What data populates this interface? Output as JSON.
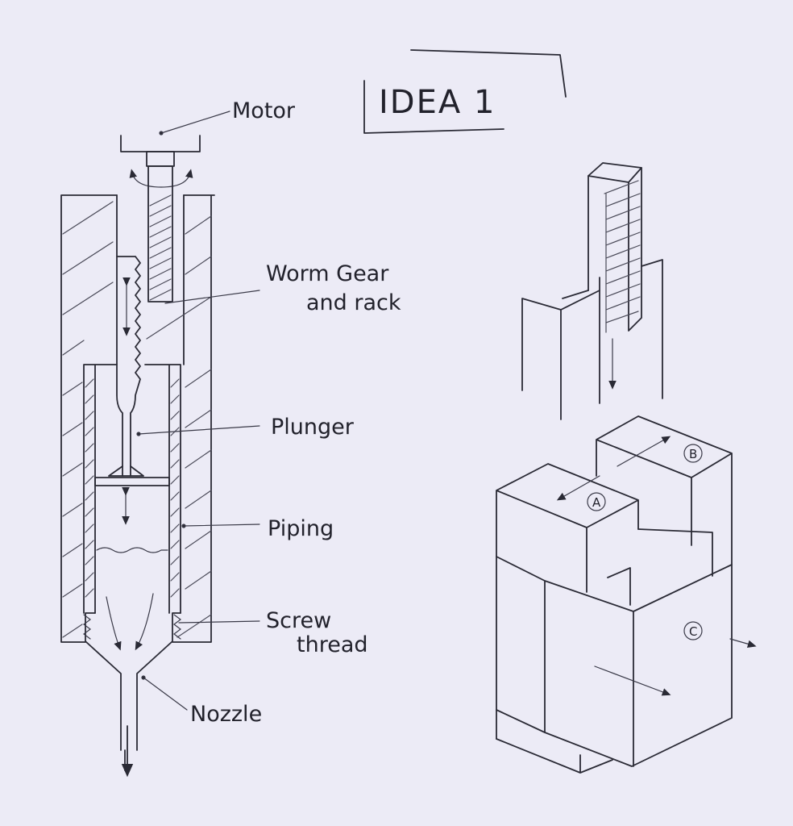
{
  "title": "IDEA 1",
  "labels": {
    "motor": "Motor",
    "worm_gear_1": "Worm Gear",
    "worm_gear_2": "and rack",
    "plunger": "Plunger",
    "piping": "Piping",
    "screw_thread_1": "Screw",
    "screw_thread_2": "thread",
    "nozzle": "Nozzle"
  },
  "blocks": {
    "a": "A",
    "b": "B",
    "c": "C"
  },
  "colors": {
    "paper": "#ecebf6",
    "ink": "#2a2a35"
  }
}
